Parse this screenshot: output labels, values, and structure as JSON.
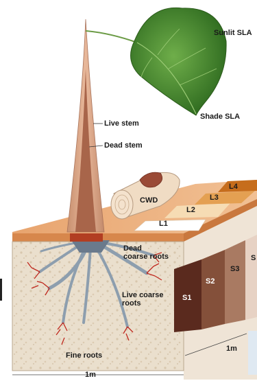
{
  "labels": {
    "sunlit_sla": "Sunlit SLA",
    "shade_sla": "Shade SLA",
    "live_stem": "Live stem",
    "dead_stem": "Dead stem",
    "cwd": "CWD",
    "l1": "L1",
    "l2": "L2",
    "l3": "L3",
    "l4": "L4",
    "dead_coarse_roots": "Dead\ncoarse roots",
    "live_coarse_roots": "Live coarse\nroots",
    "fine_roots": "Fine roots",
    "s1": "S1",
    "s2": "S2",
    "s3": "S3",
    "s4": "S",
    "width_front": "1m",
    "width_side": "1m"
  },
  "colors": {
    "stem_outer": "#dba990",
    "stem_inner": "#a8654a",
    "soil_front": "#e9dcc9",
    "soil_top": "#e09b61",
    "soil_side": "#f0e5d8",
    "leaf": "#4f8a32",
    "root": "#8a9aa8",
    "fine_root": "#c0281e",
    "s1": "#5a2a1e",
    "s2": "#84503a",
    "s3": "#a97a62",
    "s4": "#e7d2c4",
    "l1": "#ffffff",
    "l2": "#f6dcb4",
    "l3": "#e4a052",
    "l4": "#c66d1c"
  }
}
